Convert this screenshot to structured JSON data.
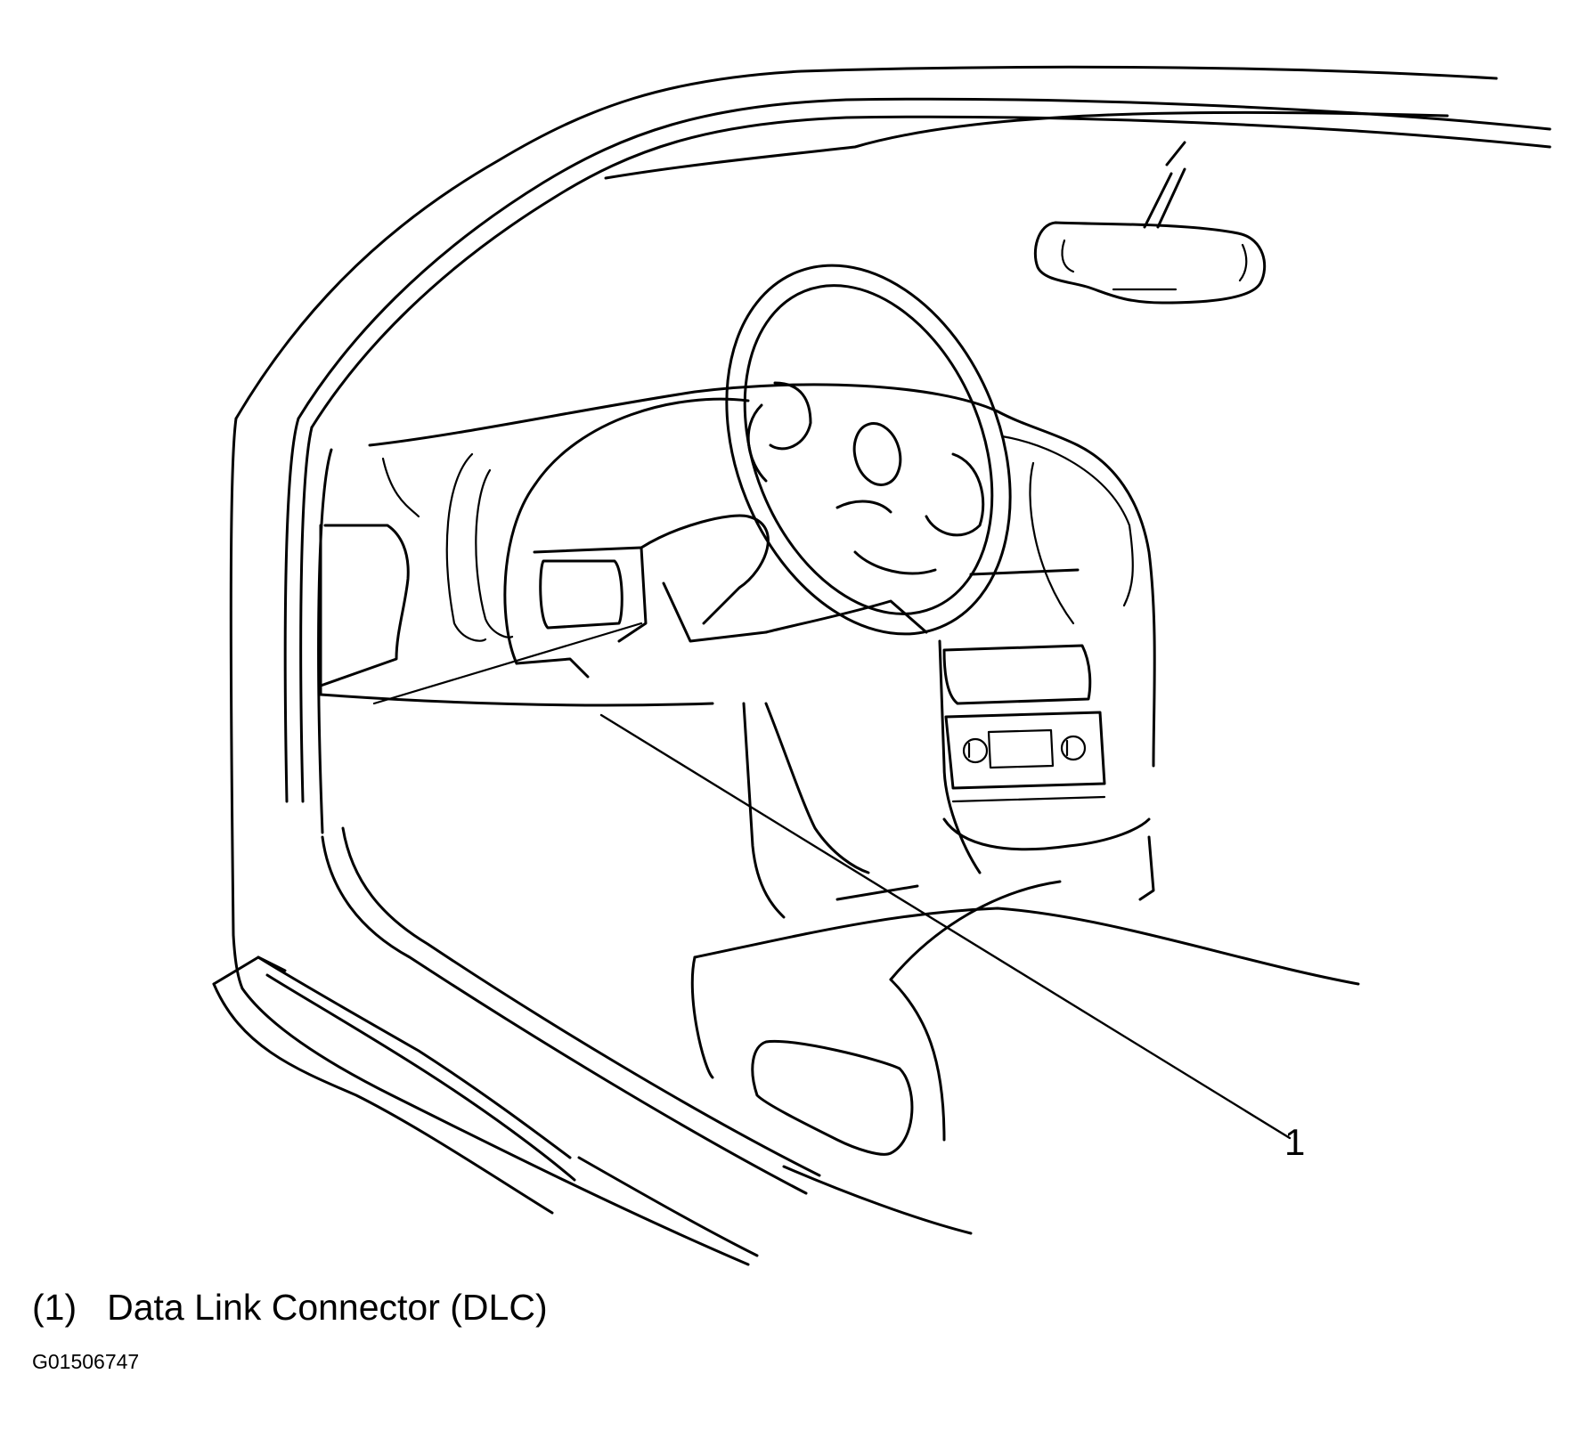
{
  "callout": {
    "number": "1"
  },
  "caption": {
    "ref": "(1)",
    "text": "Data Link Connector (DLC)"
  },
  "figure_id": "G01506747"
}
